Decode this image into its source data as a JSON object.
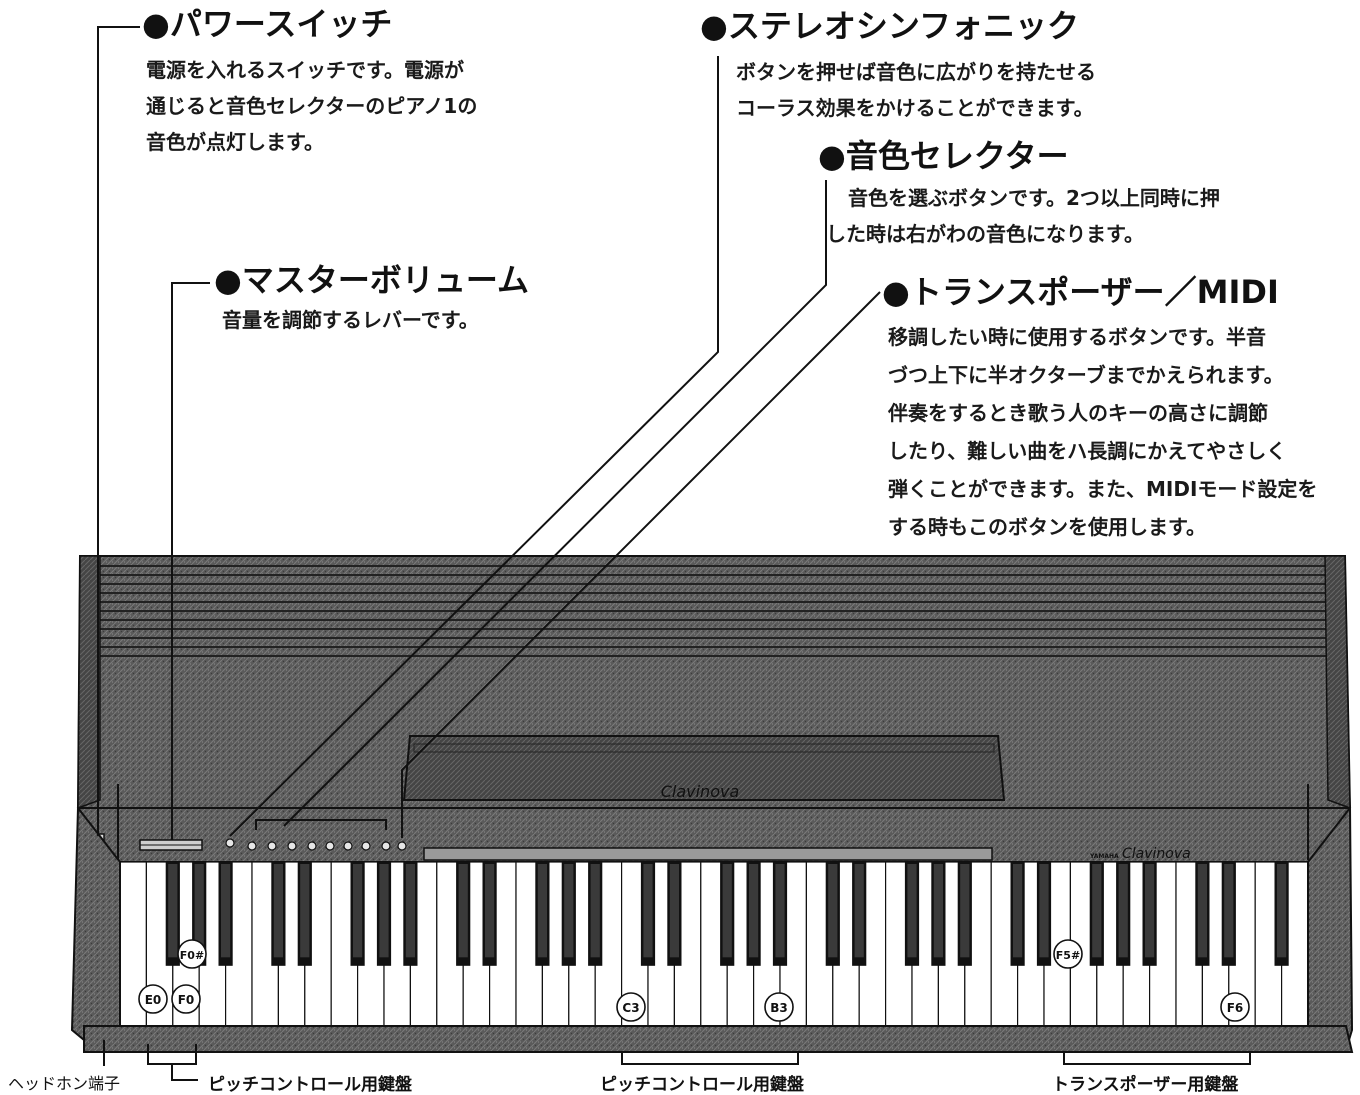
{
  "callouts": {
    "power": {
      "title": "●パワースイッチ",
      "lines": [
        "電源を入れるスイッチです。電源が",
        "通じると音色セレクターのピアノ1の",
        "音色が点灯します。"
      ]
    },
    "volume": {
      "title": "●マスターボリューム",
      "lines": [
        "音量を調節するレバーです。"
      ]
    },
    "stereo": {
      "title": "●ステレオシンフォニック",
      "lines": [
        "ボタンを押せば音色に広がりを持たせる",
        "コーラス効果をかけることができます。"
      ]
    },
    "voice": {
      "title": "●音色セレクター",
      "lines": [
        "音色を選ぶボタンです。2つ以上同時に押",
        "した時は右がわの音色になります。"
      ]
    },
    "transposer": {
      "title": "●トランスポーザー／MIDI",
      "lines": [
        "移調したい時に使用するボタンです。半音",
        "づつ上下に半オクターブまでかえられます。",
        "伴奏をするとき歌う人のキーの高さに調節",
        "したり、難しい曲をハ長調にかえてやさしく",
        "弾くことができます。また、MIDIモード設定を",
        "する時もこのボタンを使用します。"
      ]
    }
  },
  "bottom_labels": {
    "headphone": "ヘッドホン端子",
    "pitch_left": "ピッチコントロール用鍵盤",
    "pitch_center": "ピッチコントロール用鍵盤",
    "transposer_keys": "トランスポーザー用鍵盤"
  },
  "key_markers": {
    "e0": "E0",
    "f0": "F0",
    "f0_sharp": "F0#",
    "c3": "C3",
    "b3": "B3",
    "f5_sharp": "F5#",
    "f6": "F6"
  },
  "brand": {
    "music_rest_logo": "Clavinova",
    "panel_maker": "YAMAHA",
    "panel_logo": "Clavinova"
  },
  "colors": {
    "cabinet": "#595959",
    "cabinet_dark": "#2e2e2e",
    "ink": "#111111",
    "key_white": "#ffffff",
    "key_black": "#111111"
  }
}
